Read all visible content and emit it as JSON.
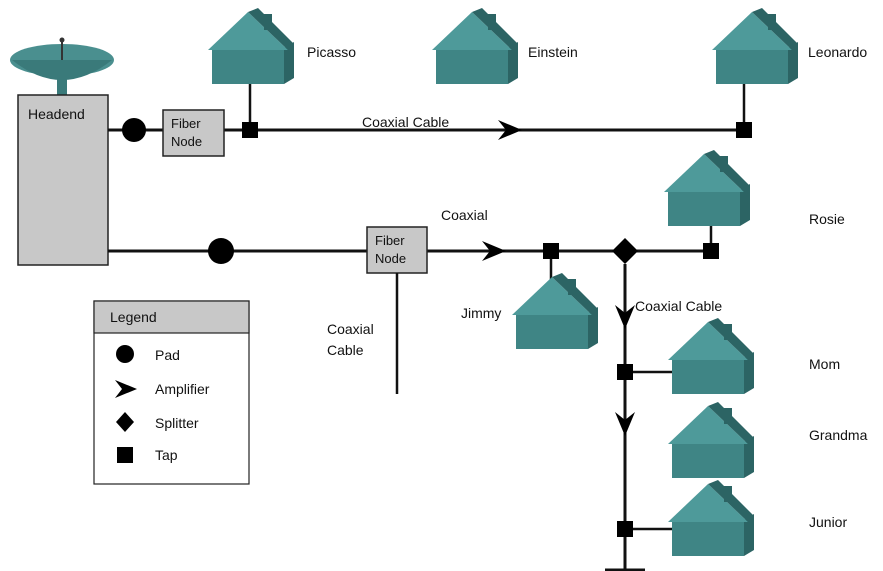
{
  "headend": {
    "label": "Headend"
  },
  "fiber_nodes": [
    {
      "label_line1": "Fiber",
      "label_line2": "Node"
    },
    {
      "label_line1": "Fiber",
      "label_line2": "Node"
    }
  ],
  "cable_labels": {
    "top_trunk": "Coaxial Cable",
    "lower_trunk": "Coaxial",
    "branch_stub_line1": "Coaxial",
    "branch_stub_line2": "Cable",
    "vertical_feeder": "Coaxial Cable"
  },
  "houses": {
    "picasso": "Picasso",
    "einstein": "Einstein",
    "leonardo": "Leonardo",
    "rosie": "Rosie",
    "jimmy": "Jimmy",
    "mom": "Mom",
    "grandma": "Grandma",
    "junior": "Junior"
  },
  "legend": {
    "title": "Legend",
    "items": [
      {
        "label": "Pad",
        "symbol": "circle"
      },
      {
        "label": "Amplifier",
        "symbol": "arrowhead"
      },
      {
        "label": "Splitter",
        "symbol": "diamond"
      },
      {
        "label": "Tap",
        "symbol": "square"
      }
    ]
  },
  "colors": {
    "house_roof": "#4e9a9a",
    "house_wall": "#3f8585",
    "house_dark": "#2c6464",
    "box_fill": "#c8c8c8",
    "dish": "#4a8f8f",
    "line": "#111111"
  }
}
